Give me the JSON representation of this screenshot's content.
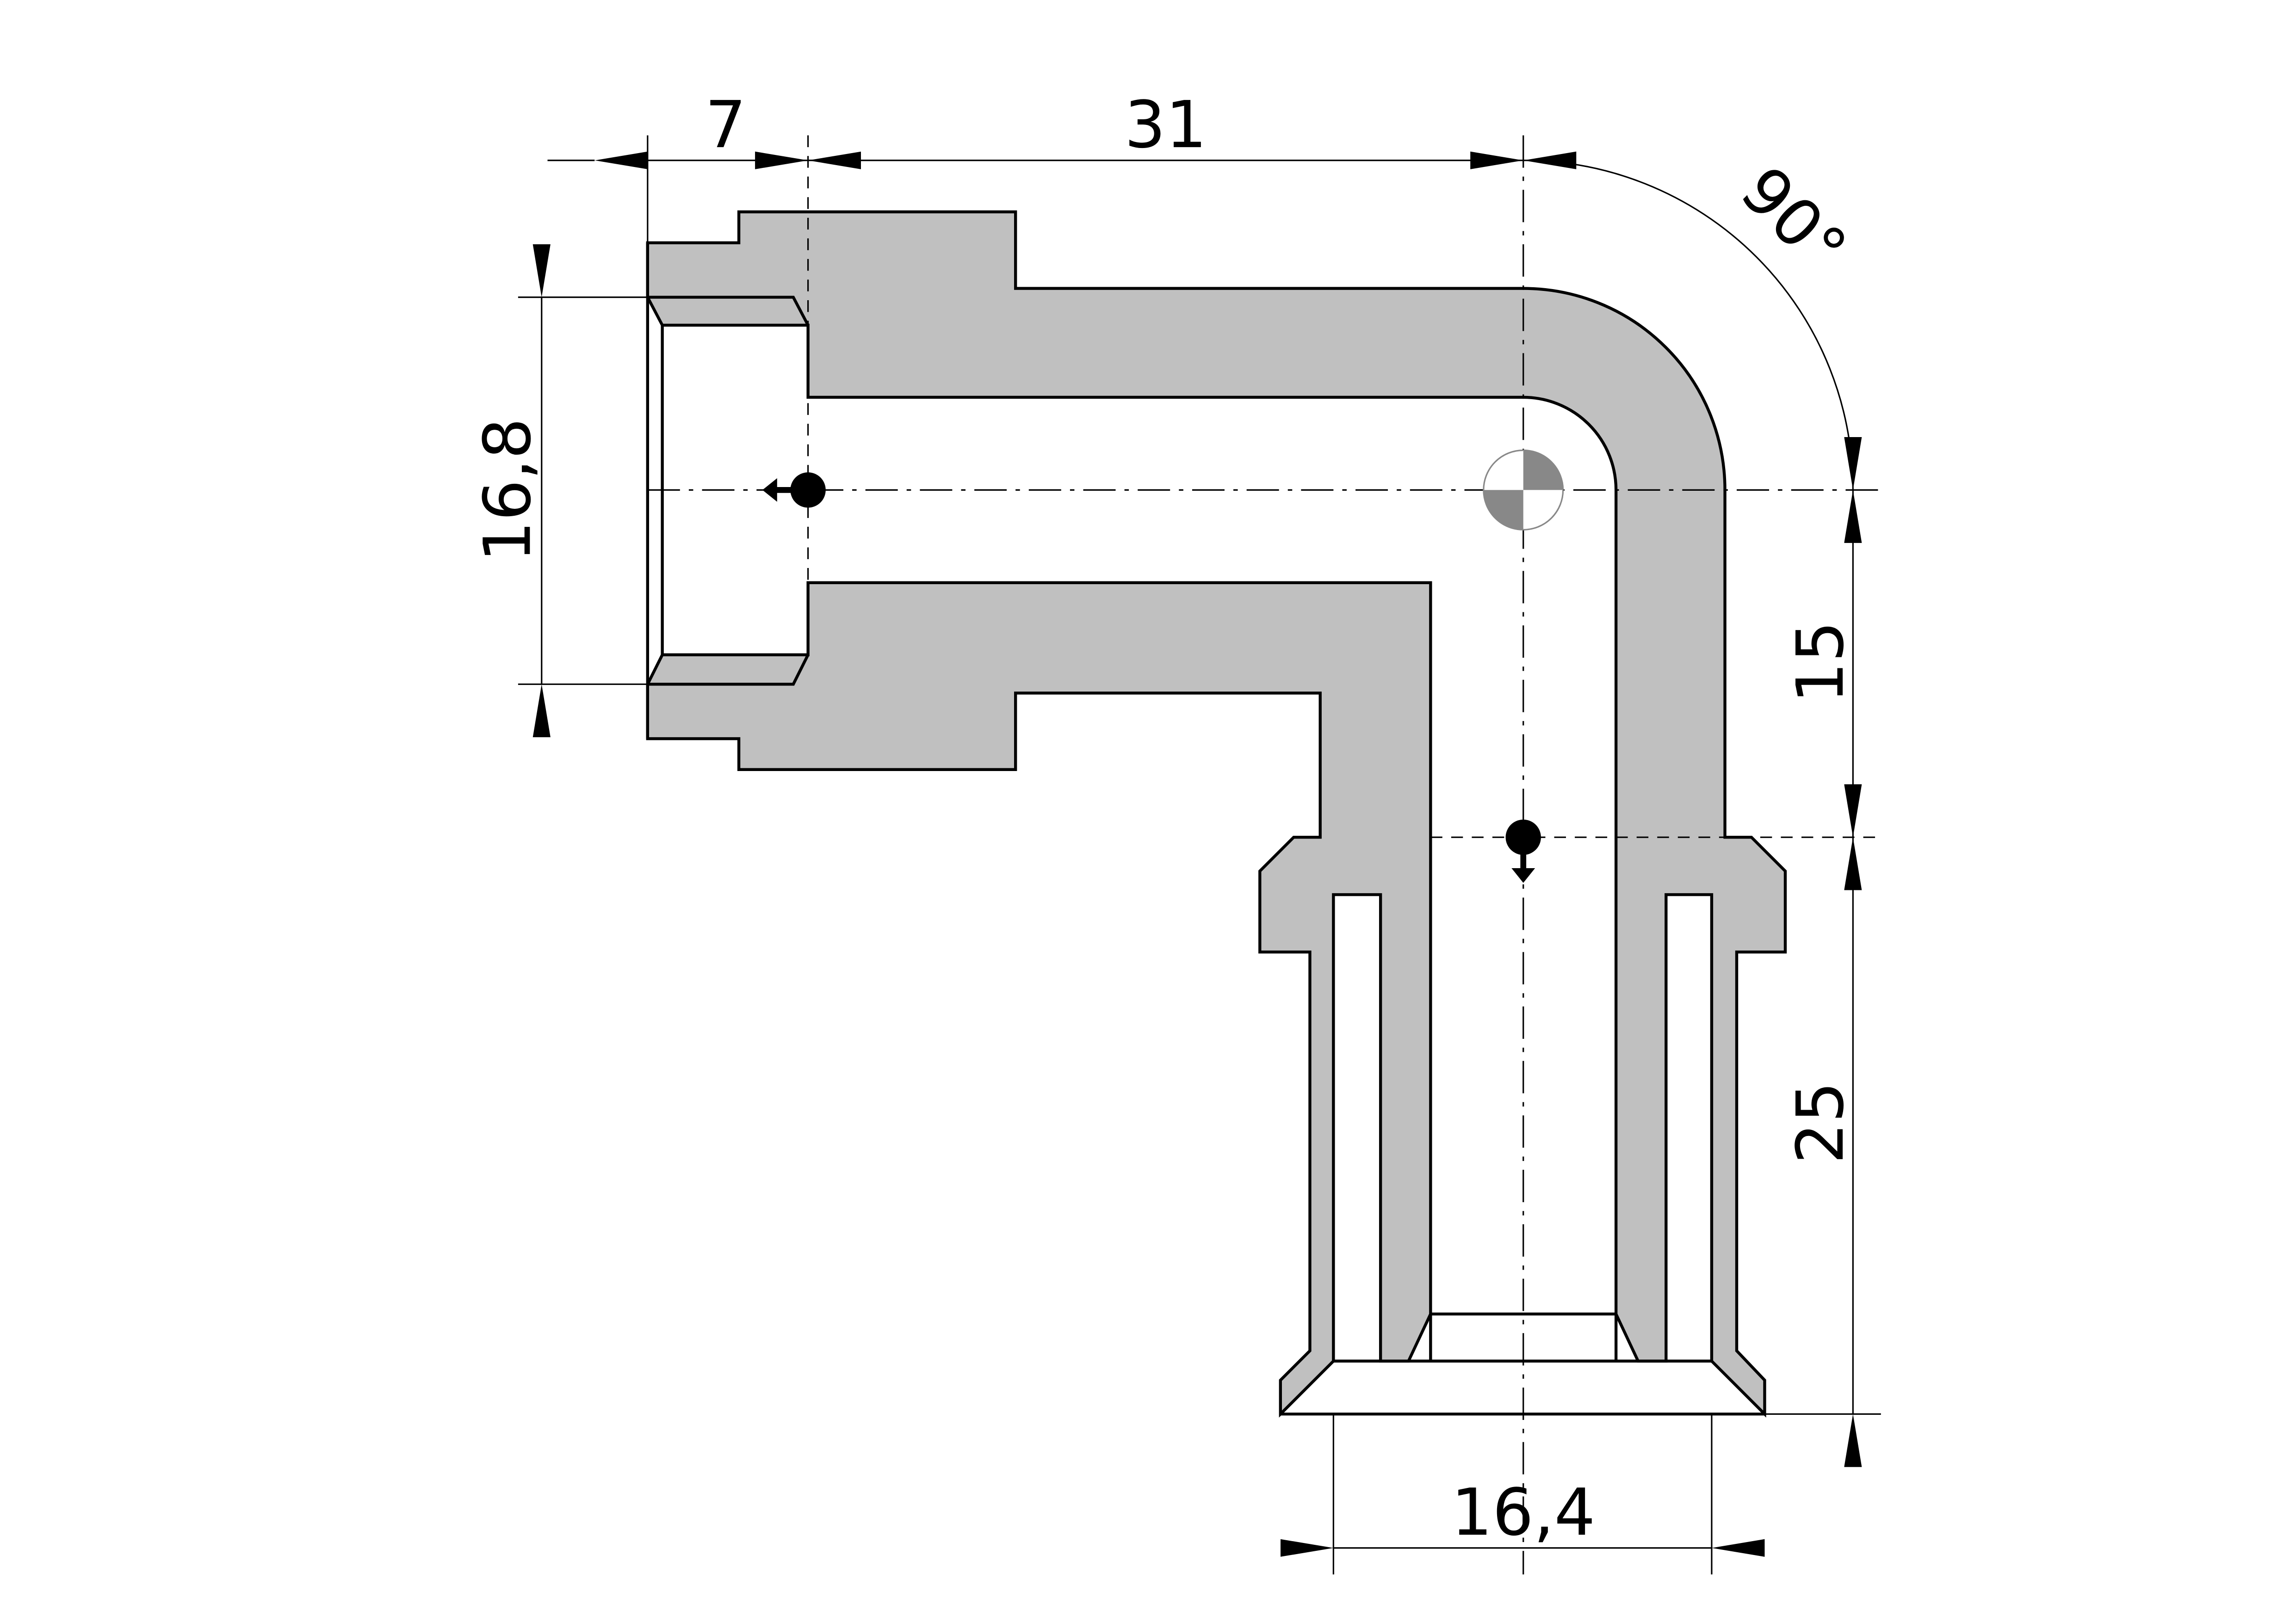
{
  "drawing": {
    "colors": {
      "body": "#c0c0c0",
      "line": "#000000"
    },
    "dimensions": {
      "thread_depth": "7",
      "arm_length": "31",
      "left_diameter": "16,8",
      "center_offset": "15",
      "socket_length": "25",
      "bottom_diameter": "16,4",
      "angle": "90°"
    }
  }
}
